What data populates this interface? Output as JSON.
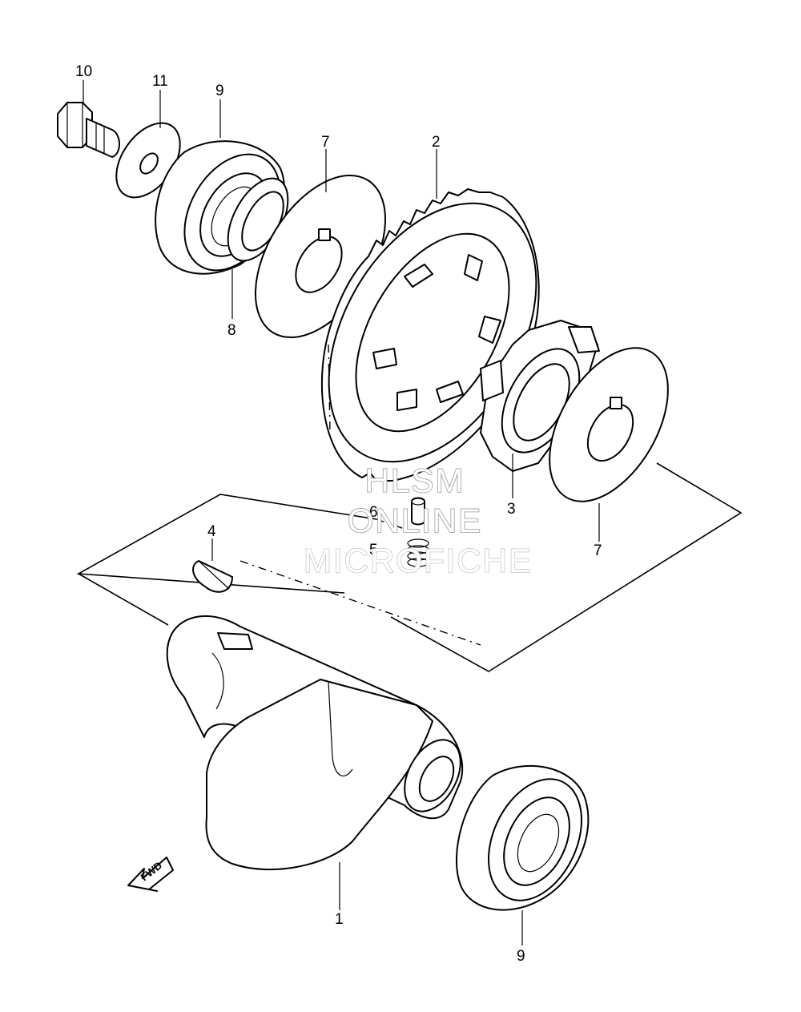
{
  "callouts": {
    "c1": "1",
    "c2": "2",
    "c3": "3",
    "c4": "4",
    "c5": "5",
    "c6": "6",
    "c7a": "7",
    "c7b": "7",
    "c8": "8",
    "c9a": "9",
    "c9b": "9",
    "c10": "10",
    "c11": "11"
  },
  "watermark": {
    "line1": "HLSM",
    "line2": "ONLINE",
    "line3": "MICROFICHE"
  },
  "fwd_label": "FWD",
  "colors": {
    "ink": "#000000",
    "paper": "#ffffff",
    "watermark": "#9a9a9a"
  }
}
